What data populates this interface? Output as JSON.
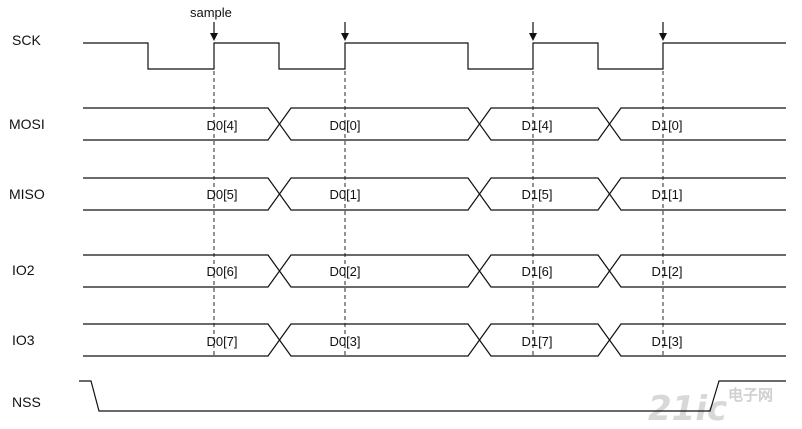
{
  "diagram": {
    "sample_label": "sample",
    "signals": {
      "sck": "SCK",
      "mosi": "MOSI",
      "miso": "MISO",
      "io2": "IO2",
      "io3": "IO3",
      "nss": "NSS"
    },
    "buses": {
      "mosi": [
        "D0[4]",
        "D0[0]",
        "D1[4]",
        "D1[0]"
      ],
      "miso": [
        "D0[5]",
        "D0[1]",
        "D1[5]",
        "D1[1]"
      ],
      "io2": [
        "D0[6]",
        "D0[2]",
        "D1[6]",
        "D1[2]"
      ],
      "io3": [
        "D0[7]",
        "D0[3]",
        "D1[7]",
        "D1[3]"
      ]
    },
    "watermark": {
      "main": "21ic",
      "sub": "电子网"
    }
  }
}
